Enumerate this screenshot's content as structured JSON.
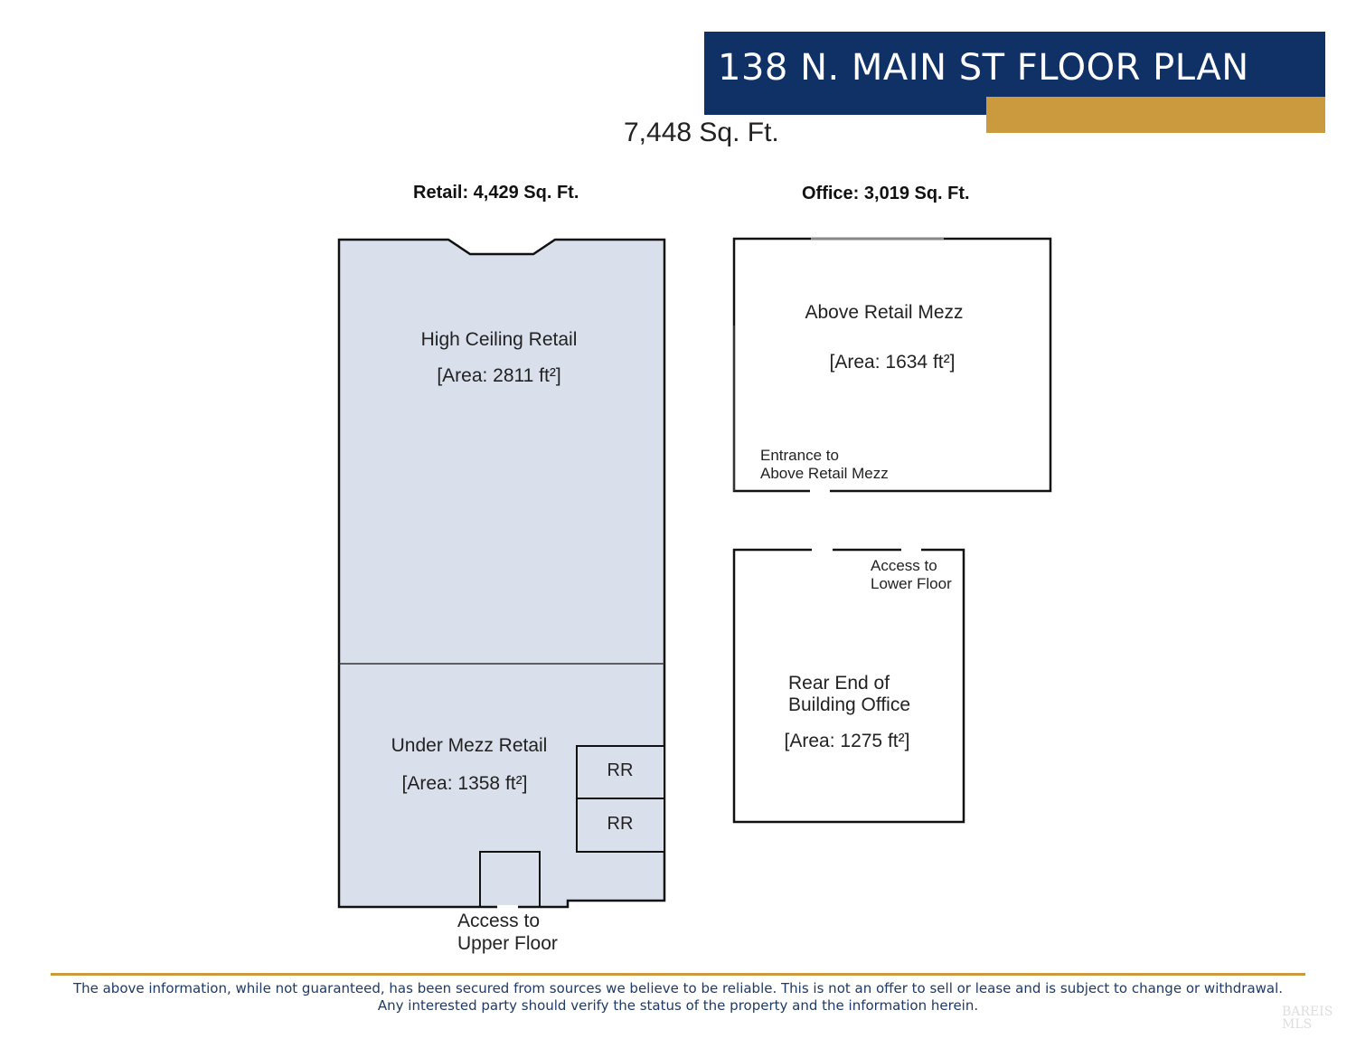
{
  "header": {
    "title": "138 N. MAIN ST FLOOR PLAN",
    "total_area": "7,448 Sq. Ft.",
    "colors": {
      "navy": "#0f3166",
      "gold": "#cc9a3e",
      "room_fill": "#d9e0ec"
    }
  },
  "sections": {
    "retail": "Retail: 4,429 Sq. Ft.",
    "office": "Office: 3,019 Sq. Ft."
  },
  "rooms": {
    "high_ceiling": {
      "name": "High Ceiling Retail",
      "area": "[Area: 2811 ft²]"
    },
    "under_mezz": {
      "name": "Under Mezz Retail",
      "area": "[Area: 1358 ft²]"
    },
    "rr1": "RR",
    "rr2": "RR",
    "above_mezz": {
      "name": "Above Retail Mezz",
      "area": "[Area: 1634 ft²]"
    },
    "rear_office": {
      "name_line1": "Rear End of",
      "name_line2": "Building Office",
      "area": "[Area: 1275 ft²]"
    }
  },
  "annotations": {
    "upper_access_1": "Access to",
    "upper_access_2": "Upper Floor",
    "entrance_1": "Entrance to",
    "entrance_2": "Above Retail Mezz",
    "lower_access_1": "Access to",
    "lower_access_2": "Lower Floor"
  },
  "footer": {
    "disclaimer_line1": "The above information, while not guaranteed, has been secured from sources we believe to be reliable. This is not an offer to sell or lease and is subject to change or withdrawal.",
    "disclaimer_line2": "Any interested party should verify the status of the property and the information herein.",
    "logo": "BAREIS MLS"
  }
}
